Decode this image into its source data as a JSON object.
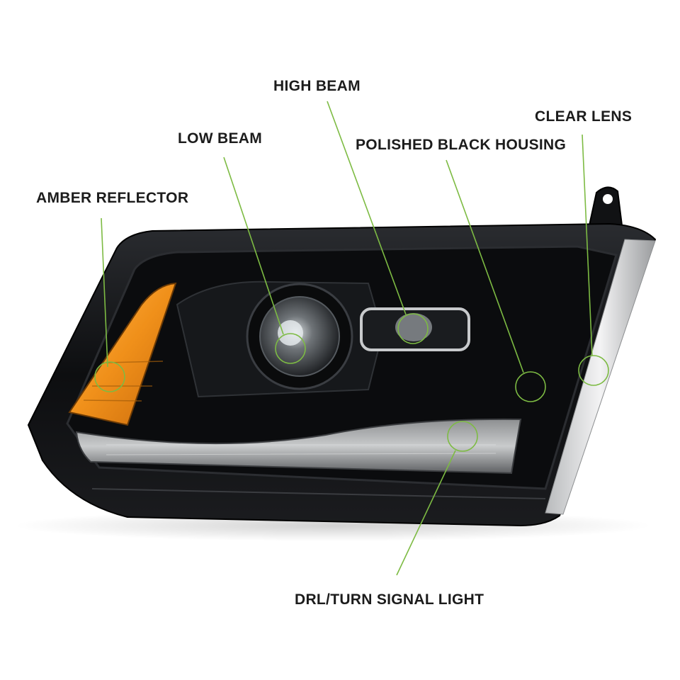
{
  "callouts": {
    "high_beam": "HIGH BEAM",
    "low_beam": "LOW BEAM",
    "clear_lens": "CLEAR LENS",
    "housing": "POLISHED BLACK HOUSING",
    "amber_reflector": "AMBER REFLECTOR",
    "drl": "DRL/TURN SIGNAL LIGHT"
  },
  "colors": {
    "callout_line": "#7dbb43",
    "label_text": "#1c1c1c",
    "housing": "#0e0f11",
    "amber": "#f0901a",
    "lens_edge": "#d9dadc"
  }
}
